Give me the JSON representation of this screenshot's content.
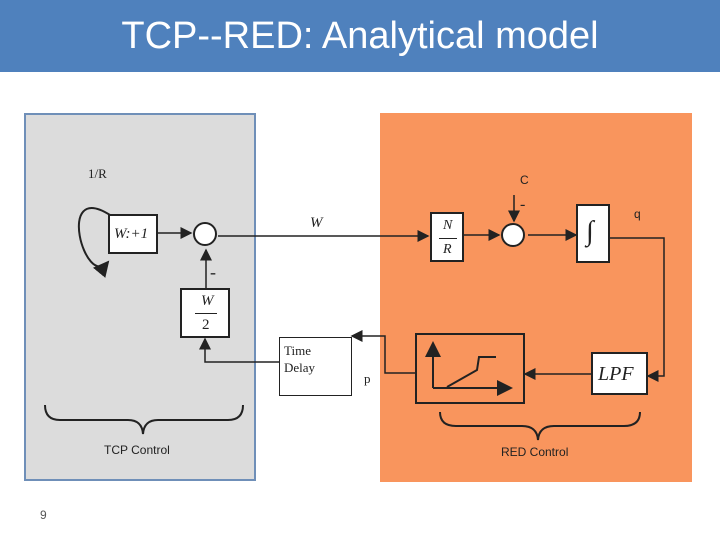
{
  "slide": {
    "title": "TCP--RED: Analytical model",
    "number": "9"
  },
  "diagram": {
    "tcp_label": "TCP Control",
    "red_label": "RED Control",
    "inv_rtt_label": "1/R",
    "capacity_label": "C",
    "window_label": "W",
    "queue_label": "q",
    "prob_label": "p",
    "minus_top": "-",
    "minus_left": "-",
    "time_delay_line1": "Time",
    "time_delay_line2": "Delay",
    "integrator_label": "W:+1",
    "half_w_num": "W",
    "half_w_den": "2",
    "nr_num": "N",
    "nr_den": "R",
    "integral_symbol": "∫",
    "lpf_label": "LPF"
  },
  "colors": {
    "title_bar": "#4f81bd",
    "tcp_panel": "#dcdcdc",
    "red_panel": "#f9955d"
  }
}
